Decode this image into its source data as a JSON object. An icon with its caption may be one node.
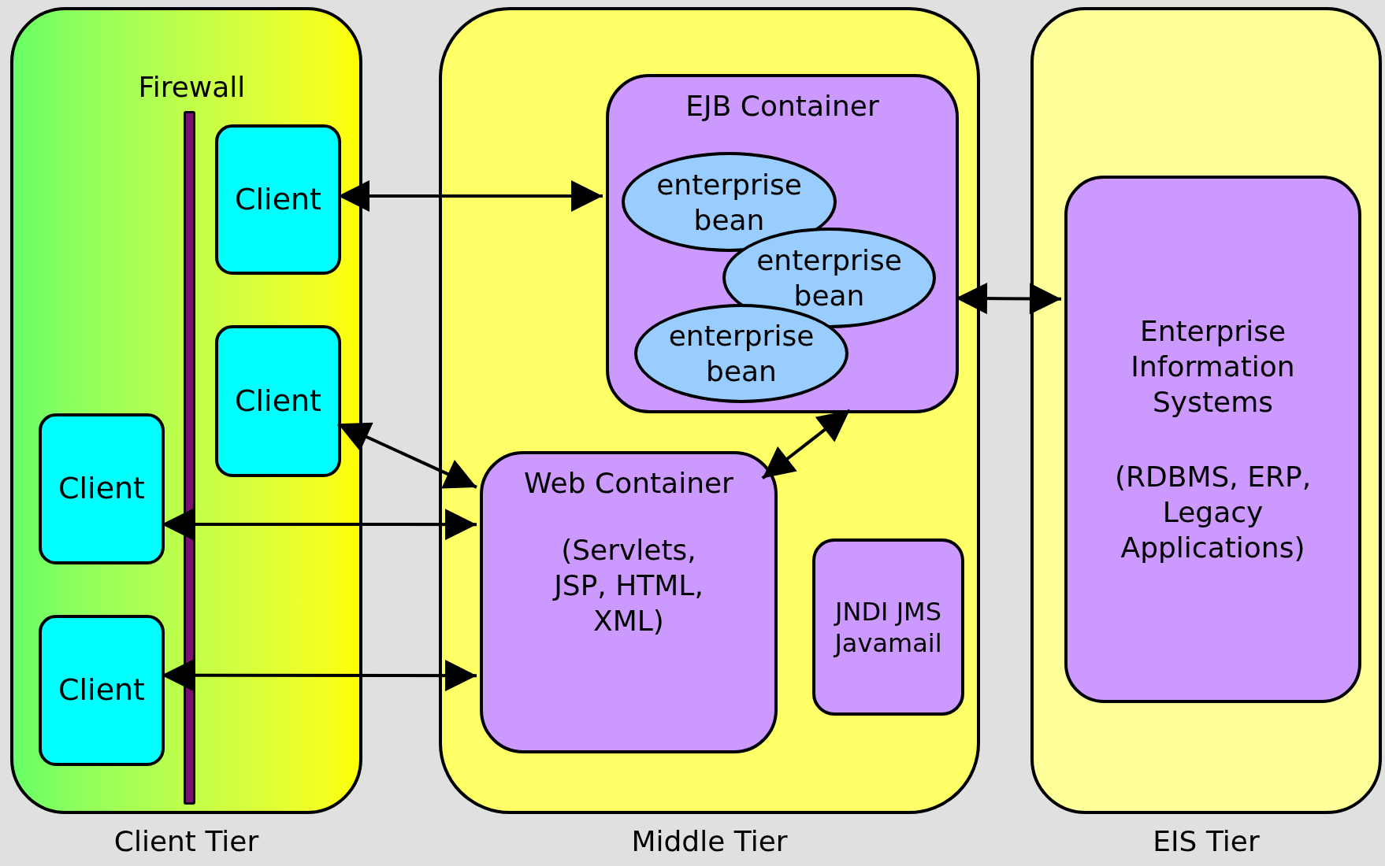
{
  "diagram": {
    "nodes": [
      {
        "text": [],
        "shape": "box",
        "beside": [
          "Client Tier"
        ]
      },
      {
        "text": [
          "Firewall"
        ],
        "in": 0
      },
      {
        "text": [
          "Client"
        ],
        "in": 0
      },
      {
        "text": [
          "Client"
        ],
        "in": 0
      },
      {
        "text": [
          "Client"
        ],
        "in": 0
      },
      {
        "text": [
          "Client"
        ],
        "in": 0
      },
      {
        "text": [],
        "shape": "box",
        "beside": [
          "Middle Tier"
        ]
      },
      {
        "text": [
          "EJB Container"
        ],
        "in": 6
      },
      {
        "text": [
          "enterprise bean"
        ],
        "in": 7
      },
      {
        "text": [
          "enterprise bean"
        ],
        "in": 7
      },
      {
        "text": [
          "enterprise bean"
        ],
        "in": 7
      },
      {
        "text": [
          "Web Container",
          "(Servlets, JSP, HTML, XML)"
        ],
        "in": 6
      },
      {
        "text": [
          "JNDI JMS Javamail"
        ],
        "in": 6
      },
      {
        "text": [],
        "shape": "box",
        "beside": [
          "EIS Tier"
        ]
      },
      {
        "text": [
          "Enterprise Information Systems",
          "(RDBMS, ERP, Legacy Applications)"
        ],
        "in": 13
      }
    ],
    "edges": [
      {
        "from": 2,
        "to": 7,
        "arrow": "both"
      },
      {
        "from": 3,
        "to": 11,
        "arrow": "both"
      },
      {
        "from": 4,
        "to": 11,
        "arrow": "both"
      },
      {
        "from": 5,
        "to": 11,
        "arrow": "both"
      },
      {
        "from": 11,
        "to": 7,
        "arrow": "both"
      },
      {
        "from": 7,
        "to": 14,
        "arrow": "both"
      }
    ]
  }
}
